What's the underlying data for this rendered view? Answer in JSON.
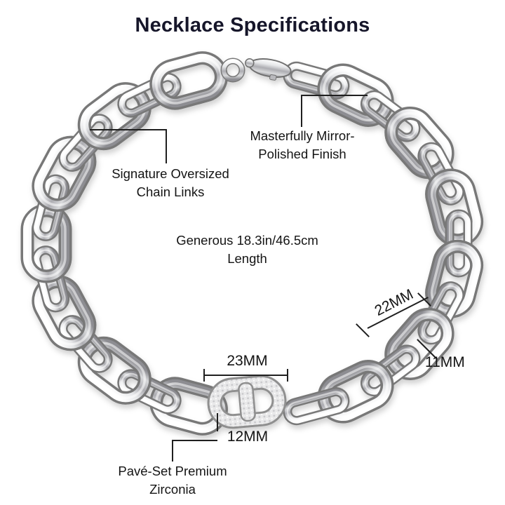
{
  "title": "Necklace Specifications",
  "callouts": {
    "chain_links": {
      "line1": "Signature Oversized",
      "line2": "Chain Links"
    },
    "finish": {
      "line1": "Masterfully Mirror-",
      "line2": "Polished Finish"
    },
    "length": {
      "line1": "Generous 18.3in/46.5cm",
      "line2": "Length"
    },
    "pave": {
      "line1": "Pavé-Set Premium",
      "line2": "Zirconia"
    }
  },
  "measurements": {
    "link_width": "22MM",
    "link_thickness": "11MM",
    "pave_width": "23MM",
    "pave_height": "12MM"
  },
  "colors": {
    "title_text": "#16162a",
    "body_text": "#141414",
    "leader_line": "#1f1f1f",
    "silver_light": "#ffffff",
    "silver_mid": "#adadb2",
    "silver_dark": "#787878"
  }
}
